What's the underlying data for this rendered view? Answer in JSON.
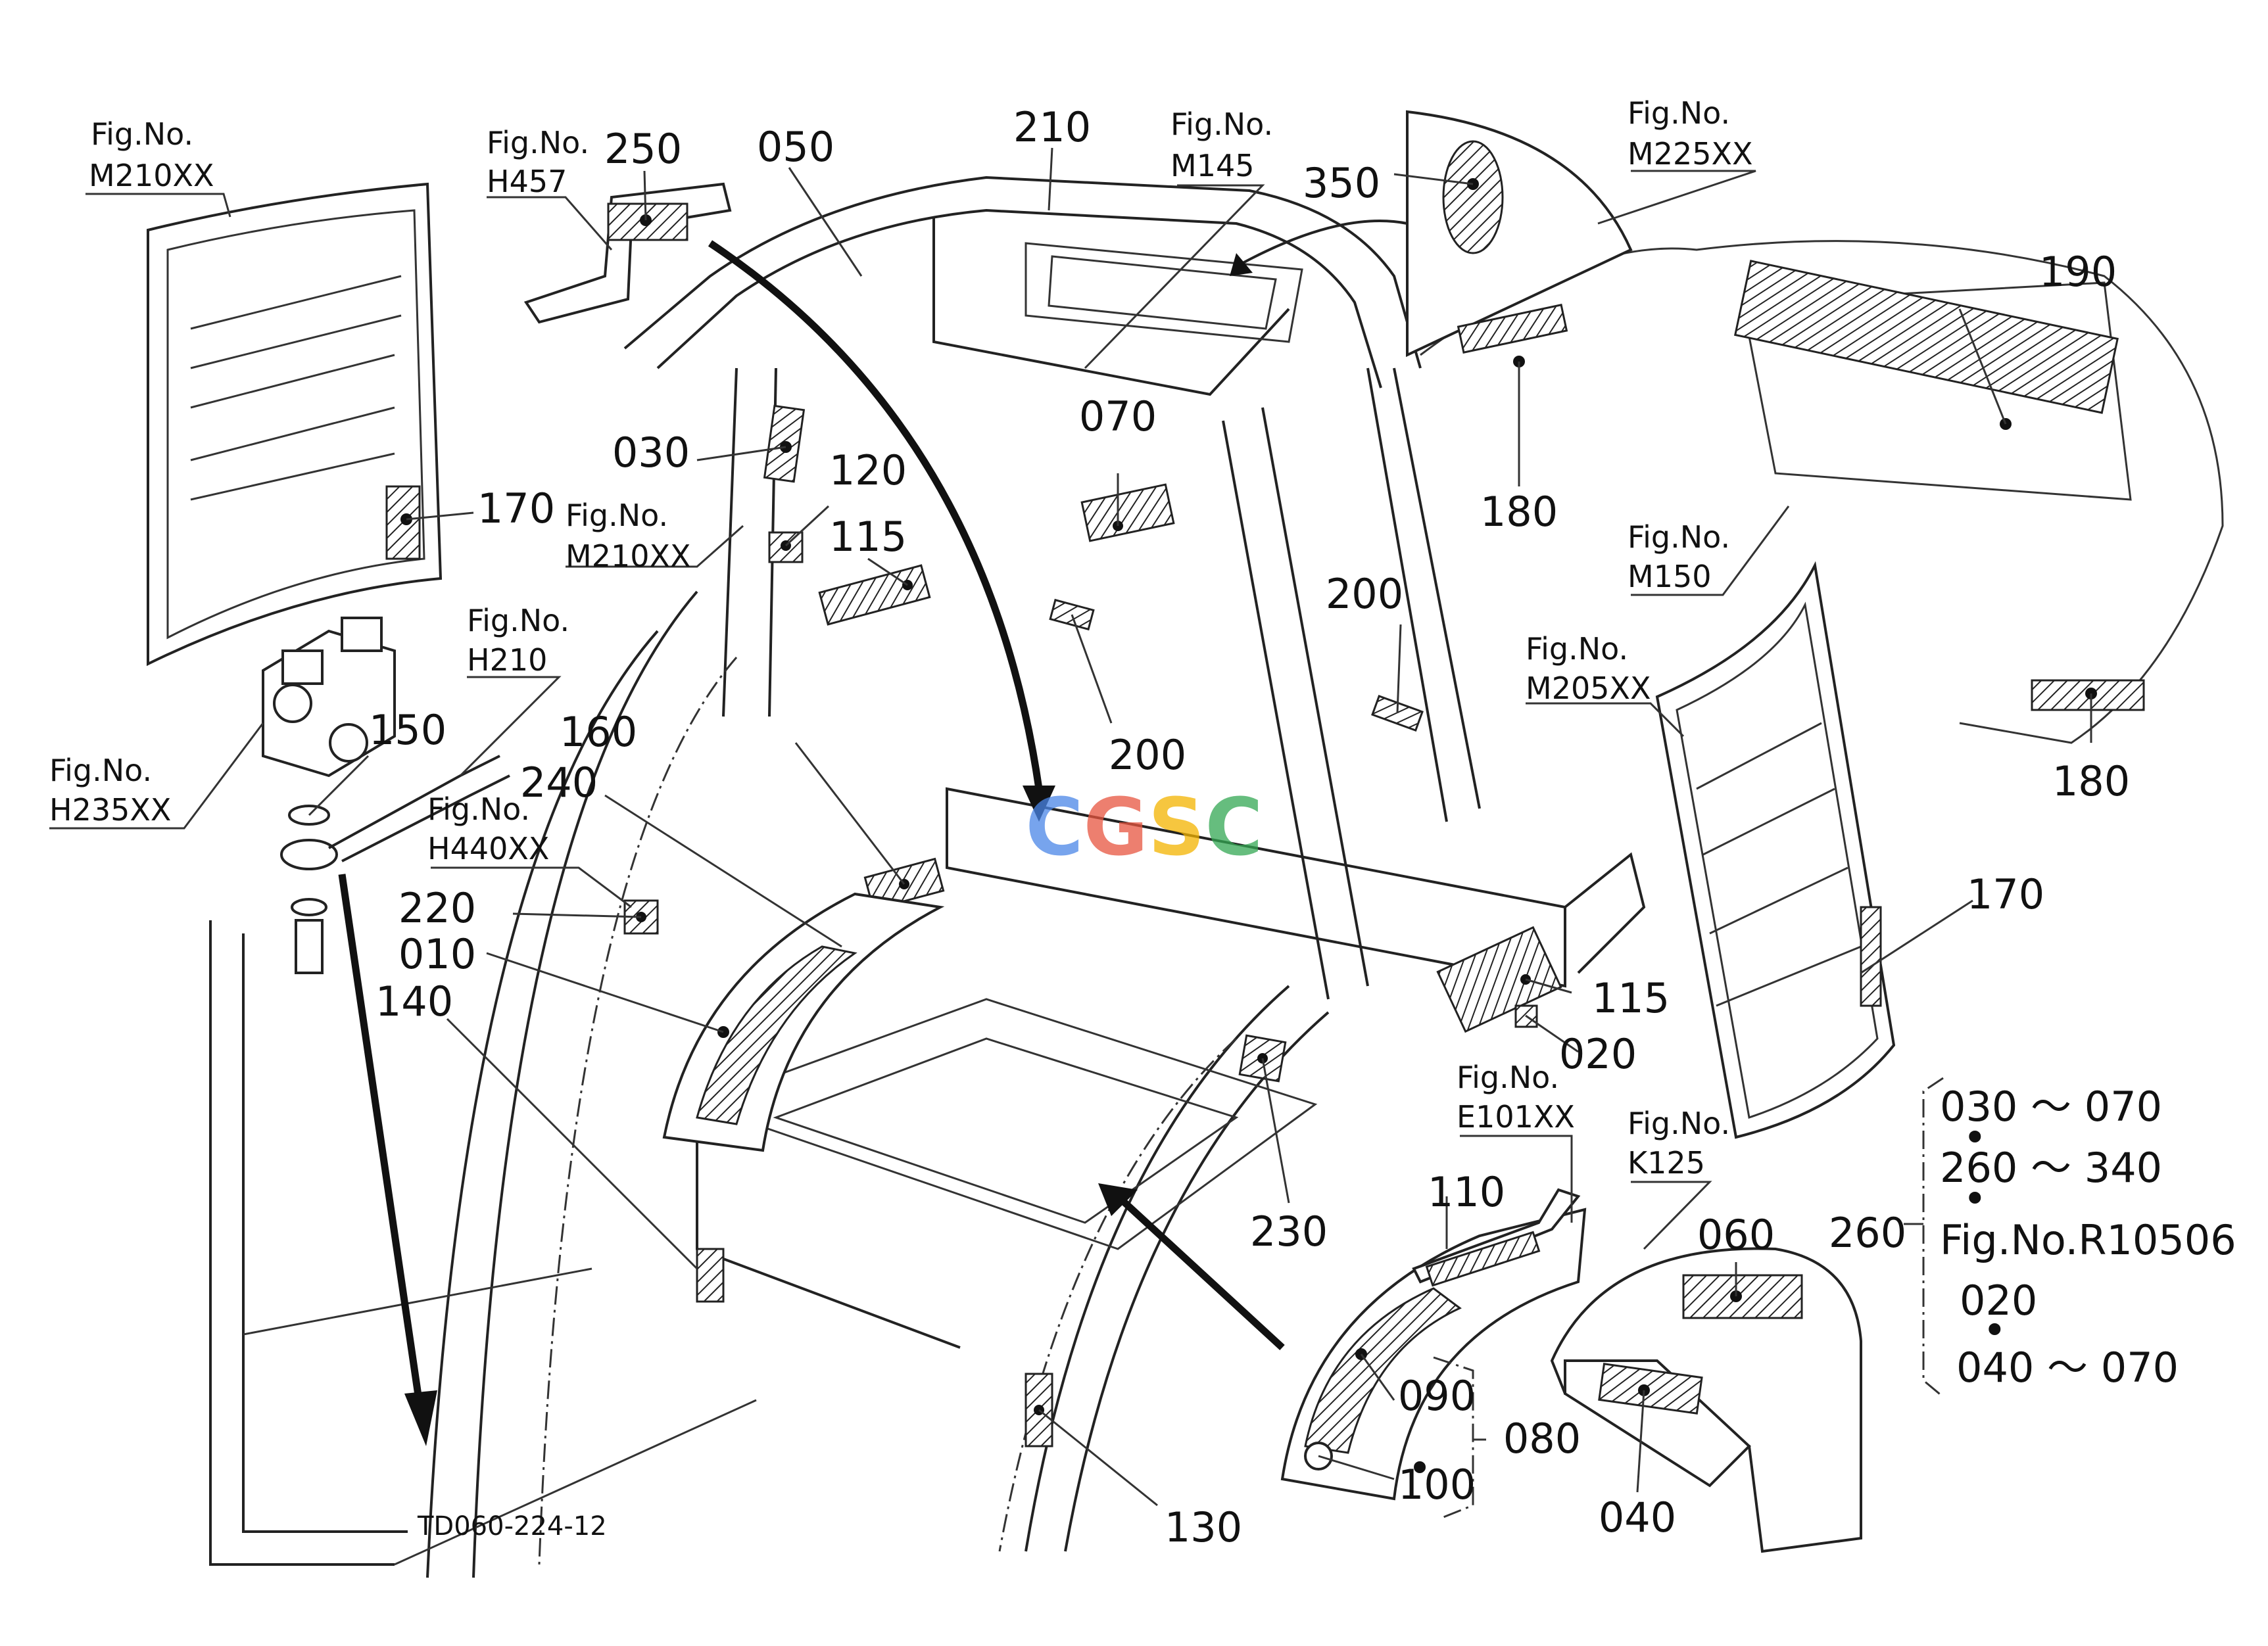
{
  "labels": {
    "p010": "010",
    "p020": "020",
    "p030": "030",
    "p040": "040",
    "p050": "050",
    "p060": "060",
    "p070": "070",
    "p080": "080",
    "p090": "090",
    "p100": "100",
    "p110": "110",
    "p115a": "115",
    "p115b": "115",
    "p120": "120",
    "p130": "130",
    "p140": "140",
    "p150": "150",
    "p160": "160",
    "p170a": "170",
    "p170b": "170",
    "p180a": "180",
    "p180b": "180",
    "p190": "190",
    "p200a": "200",
    "p200b": "200",
    "p210": "210",
    "p220": "220",
    "p230": "230",
    "p240": "240",
    "p250": "250",
    "p260": "260",
    "p350": "350"
  },
  "figrefs": {
    "m210_top": {
      "label": "Fig.No.",
      "code": "M210XX"
    },
    "h457": {
      "label": "Fig.No.",
      "code": "H457"
    },
    "m145": {
      "label": "Fig.No.",
      "code": "M145"
    },
    "m225": {
      "label": "Fig.No.",
      "code": "M225XX"
    },
    "m210_mid": {
      "label": "Fig.No.",
      "code": "M210XX"
    },
    "h210": {
      "label": "Fig.No.",
      "code": "H210"
    },
    "h235": {
      "label": "Fig.No.",
      "code": "H235XX"
    },
    "h440": {
      "label": "Fig.No.",
      "code": "H440XX"
    },
    "m150": {
      "label": "Fig.No.",
      "code": "M150"
    },
    "m205": {
      "label": "Fig.No.",
      "code": "M205XX"
    },
    "e101": {
      "label": "Fig.No.",
      "code": "E101XX"
    },
    "k125": {
      "label": "Fig.No.",
      "code": "K125"
    }
  },
  "bracket_260": {
    "line1": "030 ～ 070",
    "line2": "260 ～ 340",
    "line3": "Fig.No.R10506",
    "line4": "020",
    "line5": "040 ～ 070",
    "dot": "•"
  },
  "bracket_080": {
    "dot": "•"
  },
  "drawing_code": "TD060-224-12",
  "watermark": {
    "text": "CGSC",
    "colors": [
      "#4a86e8",
      "#e8553f",
      "#f4b400",
      "#34a853"
    ]
  }
}
